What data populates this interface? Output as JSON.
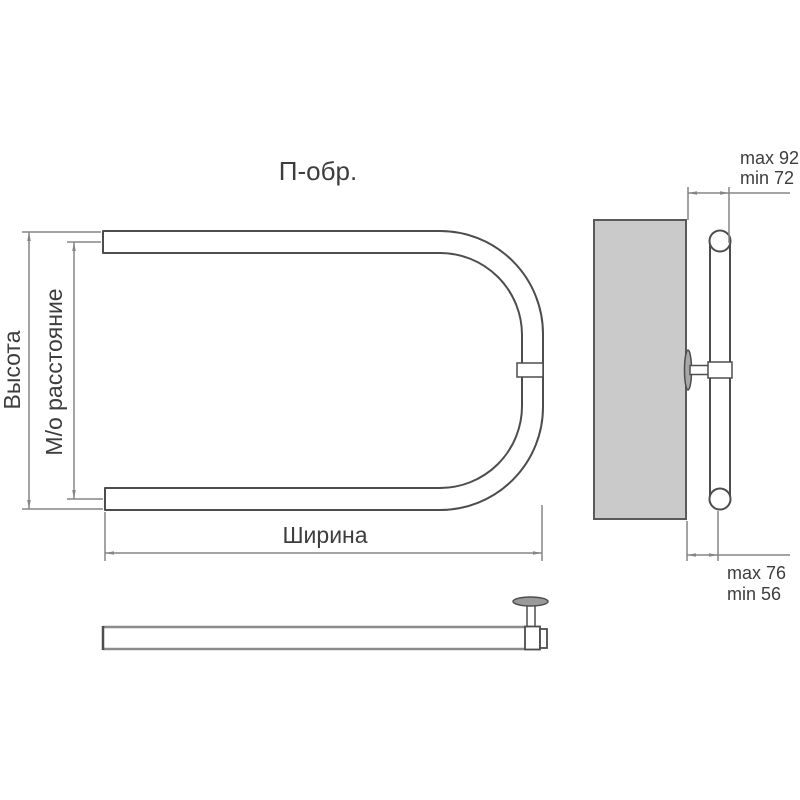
{
  "title": "П-обр.",
  "front_view": {
    "height_label": "Высота",
    "axial_distance_label": "М/о расстояние",
    "width_label": "Ширина"
  },
  "side_view": {
    "wall_offset_top": {
      "max": "max 92",
      "min": "min 72"
    },
    "wall_offset_bottom": {
      "max": "max 76",
      "min": "min 56"
    }
  },
  "colors": {
    "background": "#ffffff",
    "drawing_line": "#4d4d4d",
    "dimension_line": "#858585",
    "label_text": "#3d3d3d",
    "wall_panel_fill": "#cacaca",
    "bottom_view_line": "#8c8c8c",
    "flange_fill": "#9a9a9a"
  }
}
